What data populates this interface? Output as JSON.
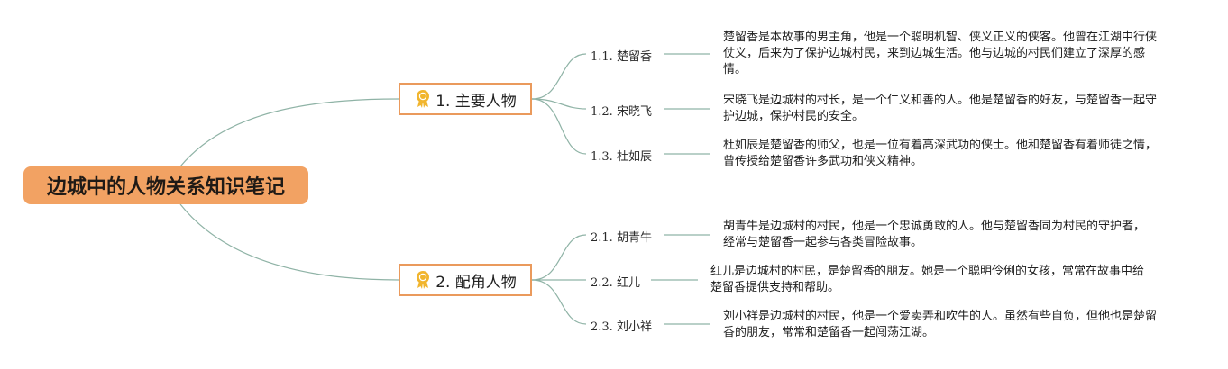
{
  "root": {
    "title": "边城中的人物关系知识笔记"
  },
  "branches": [
    {
      "label": "1. 主要人物",
      "icon": "award-ribbon-icon",
      "children": [
        {
          "label": "1.1. 楚留香",
          "note": "楚留香是本故事的男主角，他是一个聪明机智、侠义正义的侠客。他曾在江湖中行侠仗义，后来为了保护边城村民，来到边城生活。他与边城的村民们建立了深厚的感情。"
        },
        {
          "label": "1.2. 宋晓飞",
          "note": "宋晓飞是边城村的村长，是一个仁义和善的人。他是楚留香的好友，与楚留香一起守护边城，保护村民的安全。"
        },
        {
          "label": "1.3. 杜如辰",
          "note": "杜如辰是楚留香的师父，也是一位有着高深武功的侠士。他和楚留香有着师徒之情，曾传授给楚留香许多武功和侠义精神。"
        }
      ]
    },
    {
      "label": "2. 配角人物",
      "icon": "award-ribbon-icon",
      "children": [
        {
          "label": "2.1. 胡青牛",
          "note": "胡青牛是边城村的村民，他是一个忠诚勇敢的人。他与楚留香同为村民的守护者，经常与楚留香一起参与各类冒险故事。"
        },
        {
          "label": "2.2. 红儿",
          "note": "红儿是边城村的村民，是楚留香的朋友。她是一个聪明伶俐的女孩，常常在故事中给楚留香提供支持和帮助。"
        },
        {
          "label": "2.3. 刘小祥",
          "note": "刘小祥是边城村的村民，他是一个爱卖弄和吹牛的人。虽然有些自负，但他也是楚留香的朋友，常常和楚留香一起闯荡江湖。"
        }
      ]
    }
  ],
  "colors": {
    "root_fill": "#f2a263",
    "branch_border": "#ea9a5c",
    "line": "#8fb3a6",
    "icon": "#f1b52e"
  }
}
